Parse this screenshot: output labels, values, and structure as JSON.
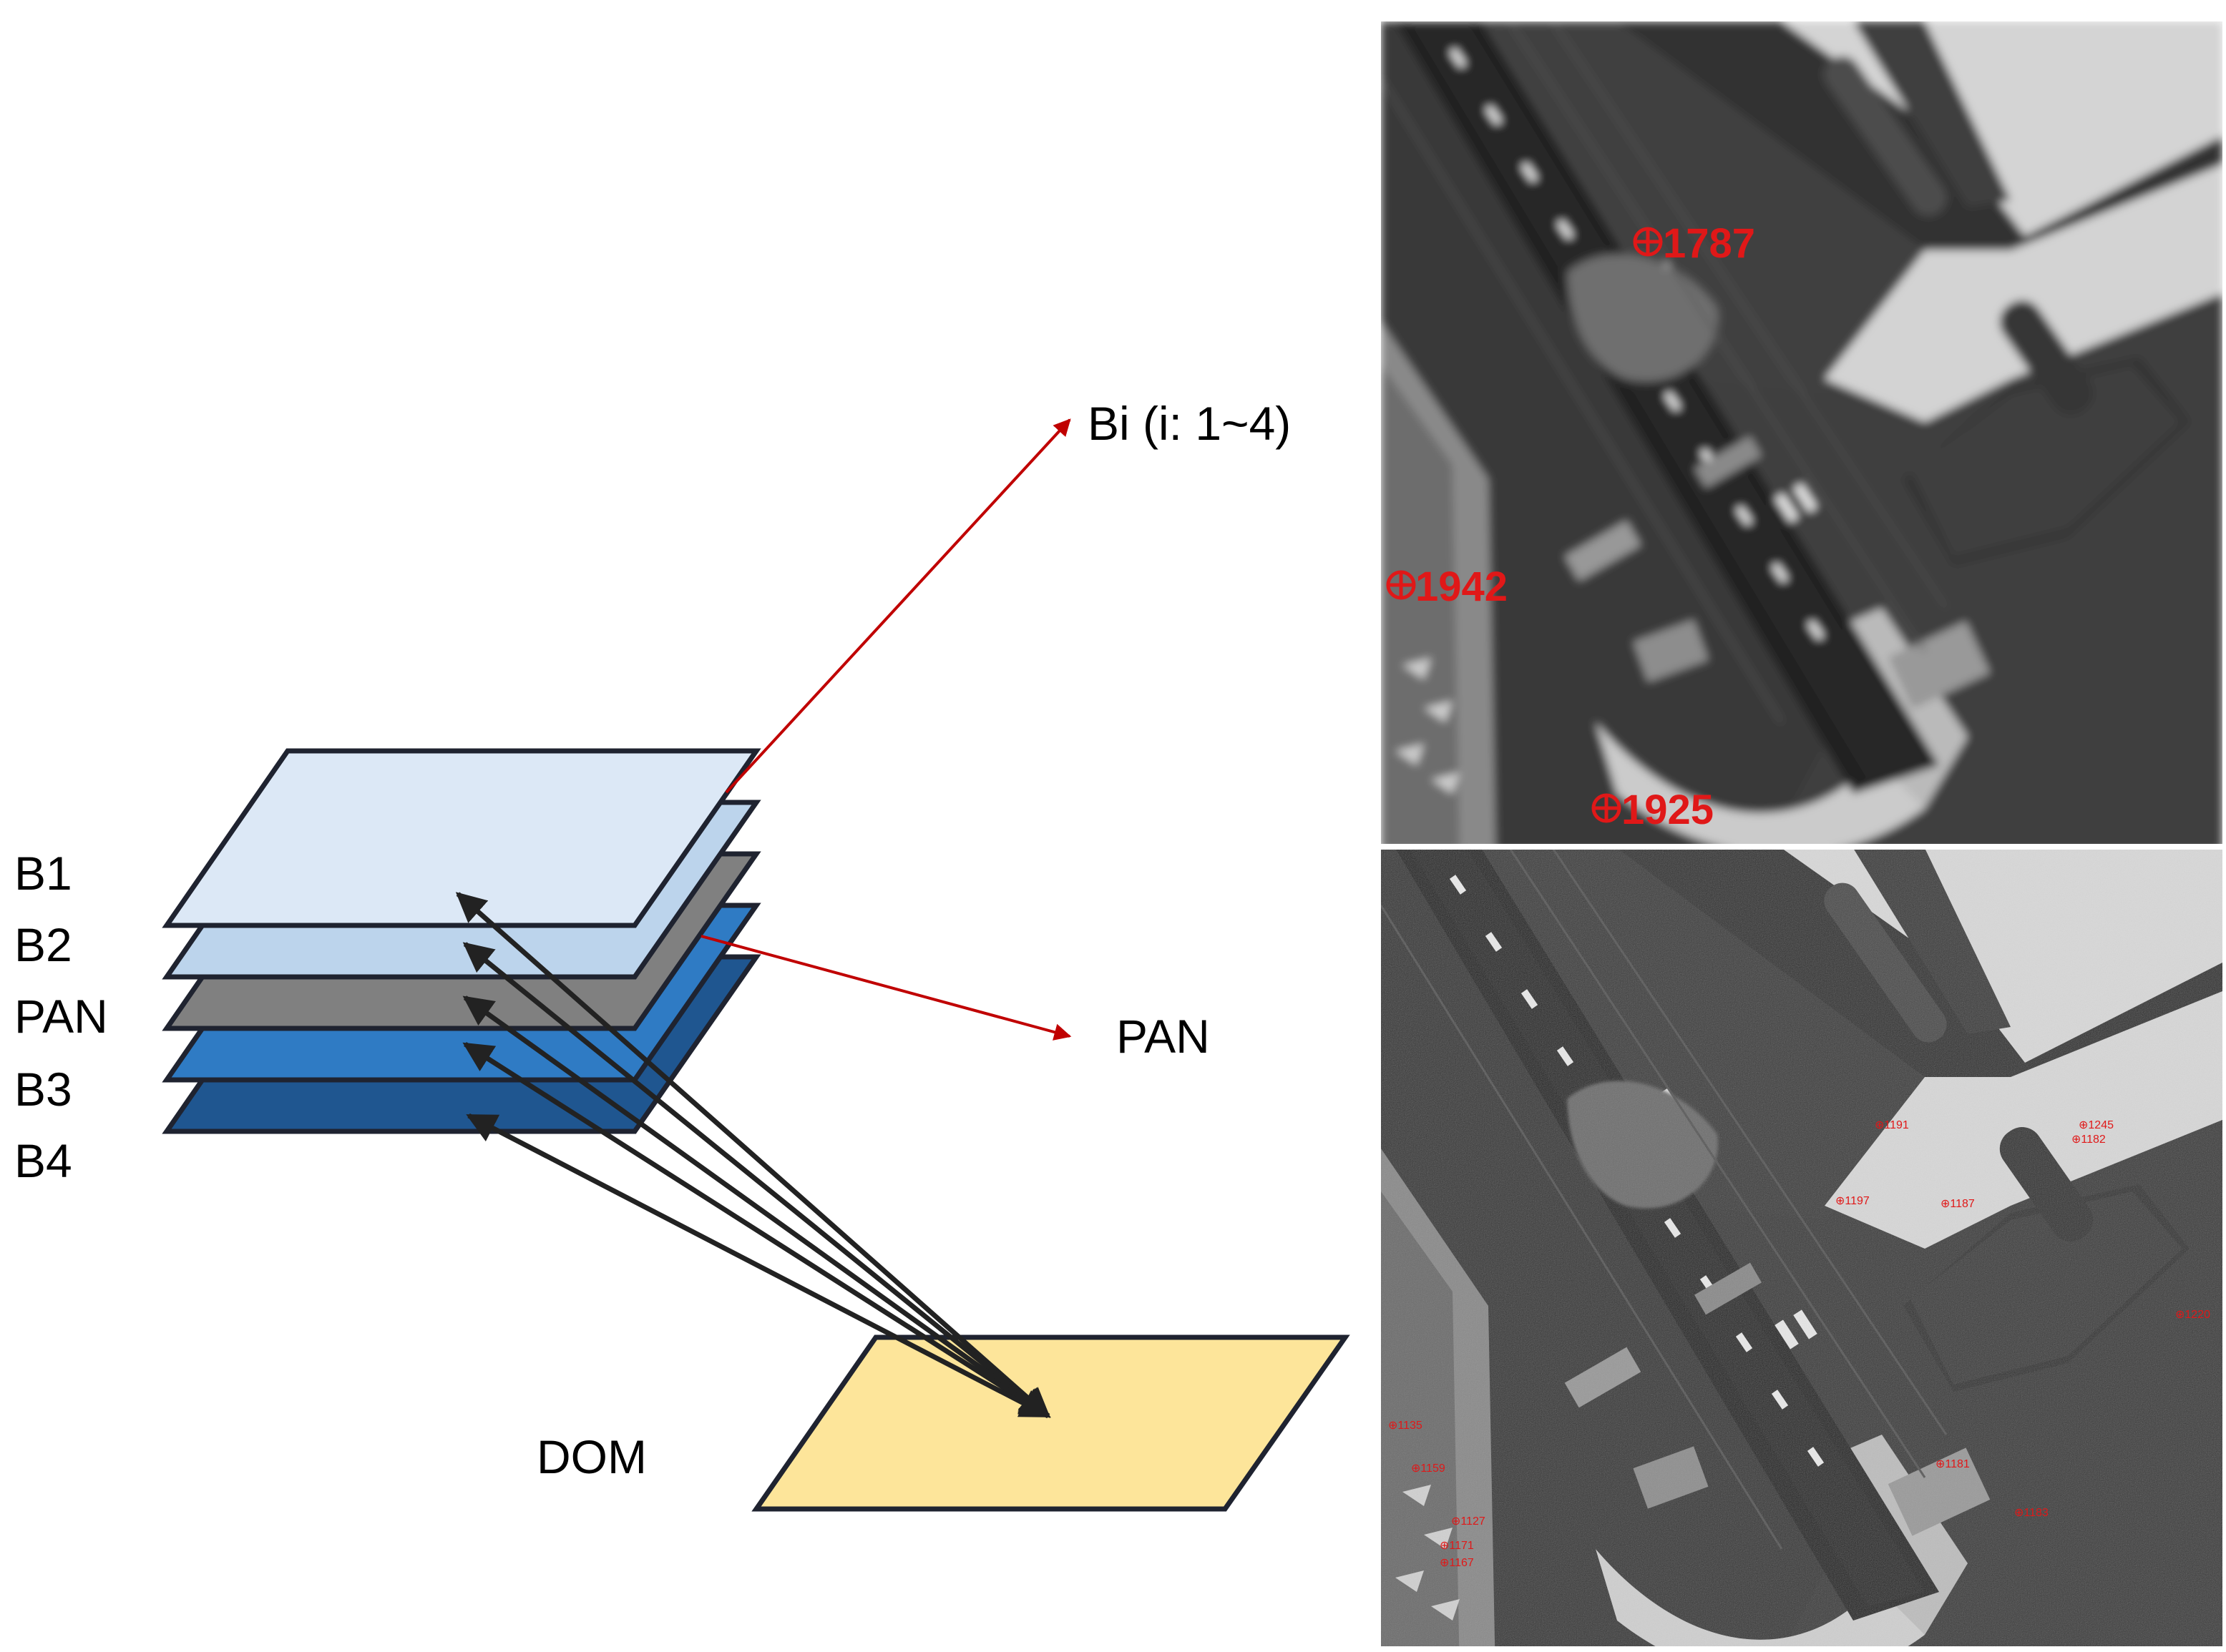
{
  "diagram": {
    "stack_labels": [
      "B1",
      "B2",
      "PAN",
      "B3",
      "B4"
    ],
    "target_band_label": "Bi (i: 1~4)",
    "target_pan_label": "PAN",
    "dom_label": "DOM",
    "colors": {
      "B1": "#dce8f6",
      "B2": "#bcd4ec",
      "PAN": "#808080",
      "B3": "#2f7bc4",
      "B4": "#1f5690",
      "DOM": "#fde59a",
      "red_arrow": "#c00000",
      "black_arrow": "#222222"
    }
  },
  "images": {
    "top": {
      "description_icon": "satellite-band-image",
      "markers": [
        "1787",
        "1942",
        "1925"
      ]
    },
    "bottom": {
      "description_icon": "satellite-pan-image",
      "markers": [
        "1191",
        "1245",
        "1182",
        "1197",
        "1187",
        "1220",
        "1135",
        "1159",
        "1127",
        "1171",
        "1167",
        "1181",
        "1183"
      ]
    }
  }
}
